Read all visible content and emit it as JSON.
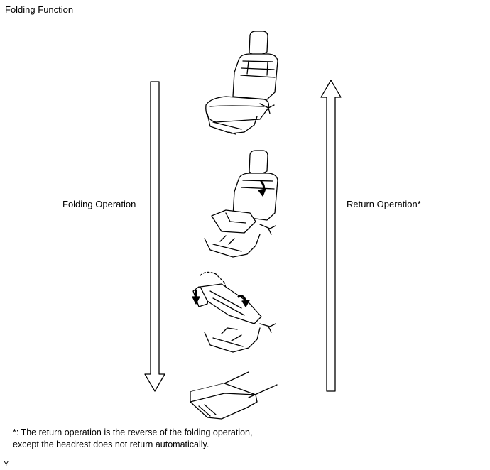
{
  "title": "Folding Function",
  "left_arrow": {
    "label": "Folding Operation",
    "direction": "down"
  },
  "right_arrow": {
    "label": "Return Operation*",
    "direction": "up"
  },
  "footnote": {
    "line1": "*: The return operation is the reverse of the folding operation,",
    "line2": "except the headrest does not return automatically."
  },
  "corner_code": "Y",
  "steps": [
    {
      "icon": "seat-upright-icon"
    },
    {
      "icon": "seat-cushion-tilting-icon"
    },
    {
      "icon": "seatback-folding-icon"
    },
    {
      "icon": "seat-folded-flat-icon"
    }
  ],
  "colors": {
    "line": "#000000",
    "background": "#ffffff"
  }
}
